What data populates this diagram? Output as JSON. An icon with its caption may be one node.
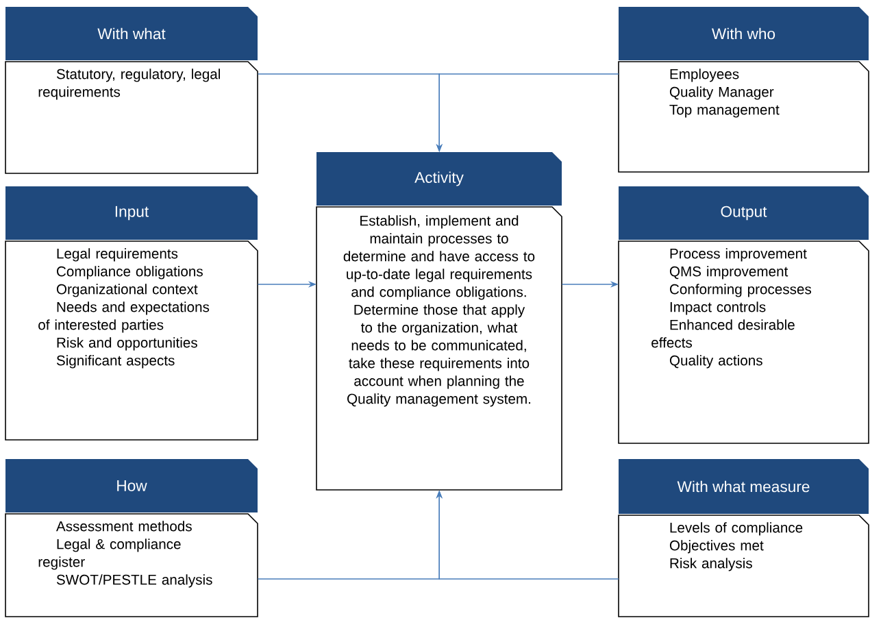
{
  "diagram": {
    "nodes": [
      {
        "text": [
          "With what",
          "Statutory, regulatory, legal requirements"
        ]
      },
      {
        "text": [
          "With who",
          "Employees",
          "Quality Manager",
          "Top management"
        ]
      },
      {
        "text": [
          "Activity",
          "Establish, implement and maintain processes to determine and have access to up-to-date legal requirements and compliance obligations. Determine those that apply to the organization, what needs to be communicated, take these requirements into account when planning the Quality management system."
        ]
      },
      {
        "text": [
          "Input",
          "Legal requirements",
          "Compliance obligations",
          "Organizational context",
          "Needs and expectations of interested parties",
          "Risk and opportunities",
          "Significant aspects"
        ]
      },
      {
        "text": [
          "Output",
          "Process improvement",
          "QMS improvement",
          "Conforming processes",
          "Impact controls",
          "Enhanced desirable effects",
          "Quality actions"
        ]
      },
      {
        "text": [
          "How",
          "Assessment methods",
          "Legal & compliance register",
          "SWOT/PESTLE analysis"
        ]
      },
      {
        "text": [
          "With what measure",
          "Levels of compliance",
          "Objectives met",
          "Risk analysis"
        ]
      }
    ],
    "edges": [
      {
        "from": 0,
        "to": 2,
        "arrow": "to"
      },
      {
        "from": 1,
        "to": 2,
        "arrow": "to"
      },
      {
        "from": 3,
        "to": 2,
        "arrow": "to"
      },
      {
        "from": 2,
        "to": 4,
        "arrow": "to"
      },
      {
        "from": 5,
        "to": 2,
        "arrow": "to"
      },
      {
        "from": 6,
        "to": 2,
        "arrow": "to"
      }
    ]
  }
}
